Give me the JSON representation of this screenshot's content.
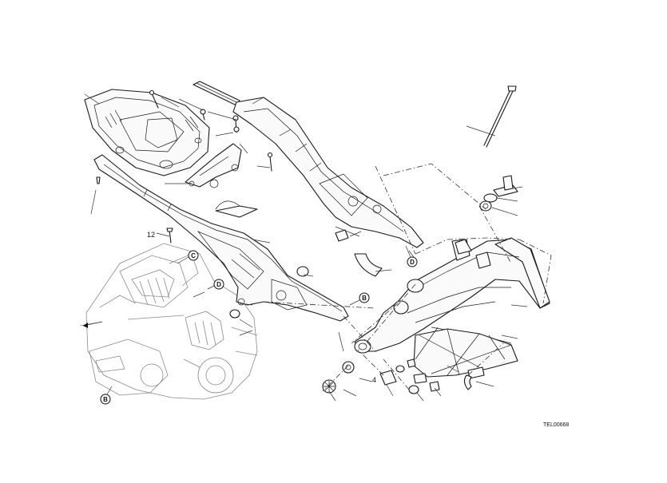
{
  "diagram": {
    "callouts": {
      "c": "C",
      "d_engine": "D",
      "d_frame": "D",
      "b_subframe": "B",
      "b_engine": "B"
    },
    "numbers": {
      "n12": "12",
      "n4": "4"
    },
    "drawing_code": "TEL00668"
  }
}
